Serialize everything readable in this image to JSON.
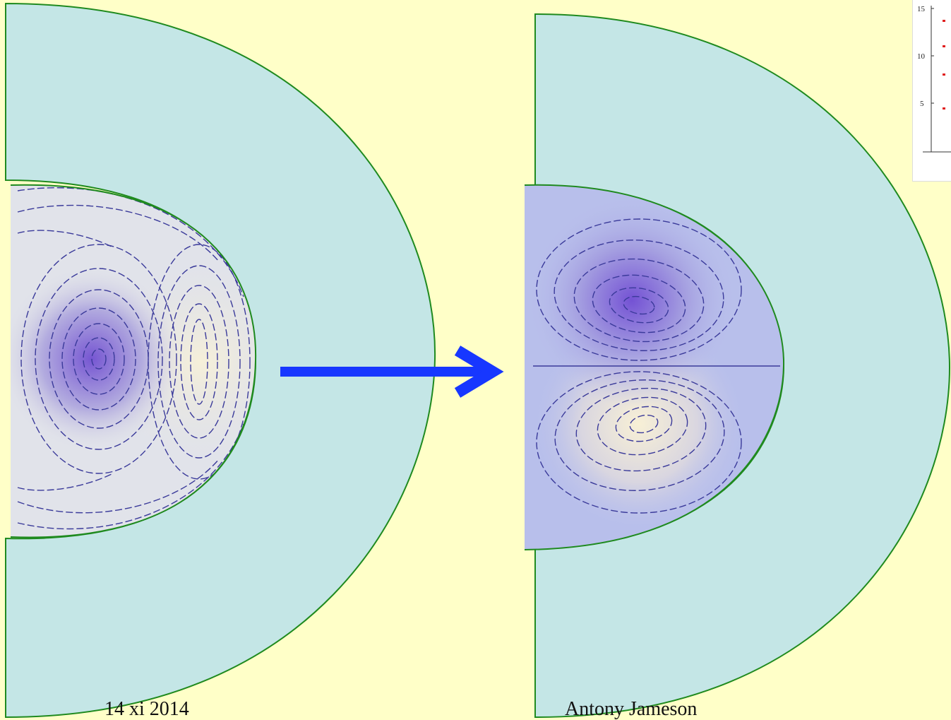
{
  "footer": {
    "date": "14 xi 2014",
    "author": "Antony Jameson"
  },
  "inset_chart": {
    "y_tick_labels": [
      "15",
      "10",
      "5"
    ]
  },
  "colors": {
    "background": "#ffffc8",
    "shell_fill": "#c4e6e6",
    "shell_stroke": "#1f8a1f",
    "arrow": "#1737ff",
    "vortex_dark": "#7a5ad6",
    "vortex_light": "#f5efd8",
    "streamline": "#3a3a9a",
    "marker": "#e02020"
  }
}
